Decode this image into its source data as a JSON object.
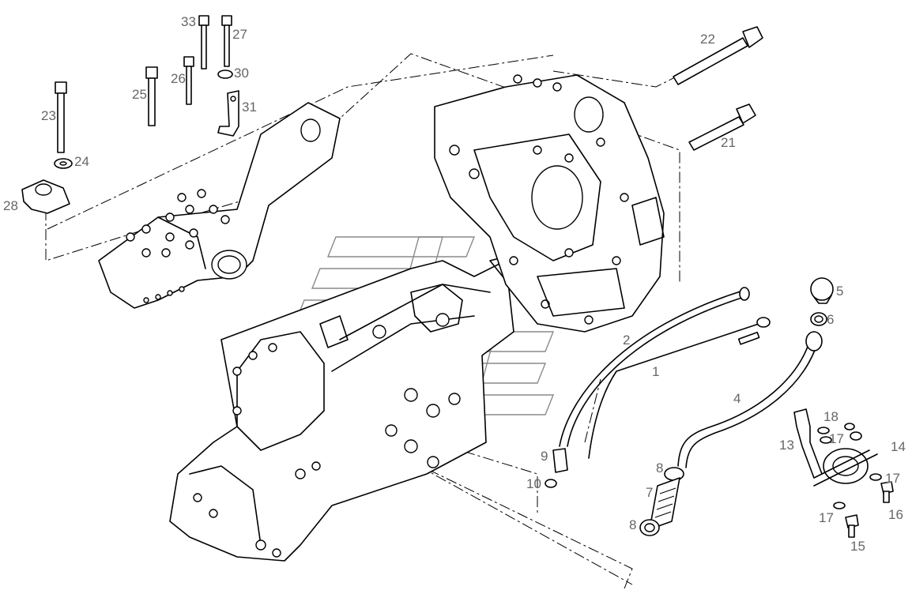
{
  "diagram": {
    "labels": [
      {
        "id": "33",
        "text": "33"
      },
      {
        "id": "27",
        "text": "27"
      },
      {
        "id": "30",
        "text": "30"
      },
      {
        "id": "26",
        "text": "26"
      },
      {
        "id": "25",
        "text": "25"
      },
      {
        "id": "31",
        "text": "31"
      },
      {
        "id": "23",
        "text": "23"
      },
      {
        "id": "24",
        "text": "24"
      },
      {
        "id": "28",
        "text": "28"
      },
      {
        "id": "22",
        "text": "22"
      },
      {
        "id": "21",
        "text": "21"
      },
      {
        "id": "5",
        "text": "5"
      },
      {
        "id": "6",
        "text": "6"
      },
      {
        "id": "2",
        "text": "2"
      },
      {
        "id": "1",
        "text": "1"
      },
      {
        "id": "4",
        "text": "4"
      },
      {
        "id": "9",
        "text": "9"
      },
      {
        "id": "10",
        "text": "10"
      },
      {
        "id": "8a",
        "text": "8"
      },
      {
        "id": "7",
        "text": "7"
      },
      {
        "id": "8b",
        "text": "8"
      },
      {
        "id": "18",
        "text": "18"
      },
      {
        "id": "17a",
        "text": "17"
      },
      {
        "id": "13",
        "text": "13"
      },
      {
        "id": "14",
        "text": "14"
      },
      {
        "id": "17b",
        "text": "17"
      },
      {
        "id": "17c",
        "text": "17"
      },
      {
        "id": "16",
        "text": "16"
      },
      {
        "id": "15",
        "text": "15"
      }
    ]
  }
}
